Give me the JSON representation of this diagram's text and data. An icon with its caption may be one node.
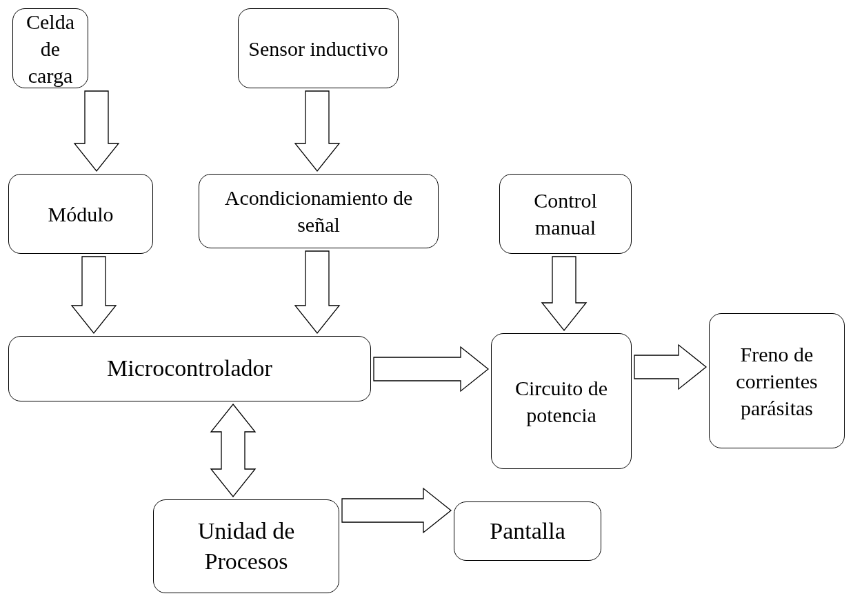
{
  "diagram": {
    "nodes": [
      {
        "text": [
          "Celda de carga"
        ]
      },
      {
        "text": [
          "Sensor inductivo"
        ]
      },
      {
        "text": [
          "Módulo"
        ]
      },
      {
        "text": [
          "Acondicionamiento de señal"
        ]
      },
      {
        "text": [
          "Control manual"
        ]
      },
      {
        "text": [
          "Microcontrolador"
        ]
      },
      {
        "text": [
          "Circuito de potencia"
        ]
      },
      {
        "text": [
          "Freno de corrientes parásitas"
        ]
      },
      {
        "text": [
          "Unidad de Procesos"
        ]
      },
      {
        "text": [
          "Pantalla"
        ]
      }
    ],
    "edges": [
      {
        "from": 0,
        "to": 2,
        "arrow": "to"
      },
      {
        "from": 1,
        "to": 3,
        "arrow": "to"
      },
      {
        "from": 2,
        "to": 5,
        "arrow": "to"
      },
      {
        "from": 3,
        "to": 5,
        "arrow": "to"
      },
      {
        "from": 4,
        "to": 6,
        "arrow": "to"
      },
      {
        "from": 5,
        "to": 6,
        "arrow": "to"
      },
      {
        "from": 6,
        "to": 7,
        "arrow": "to"
      },
      {
        "from": 5,
        "to": 8,
        "arrow": "both"
      },
      {
        "from": 8,
        "to": 9,
        "arrow": "to"
      }
    ]
  }
}
